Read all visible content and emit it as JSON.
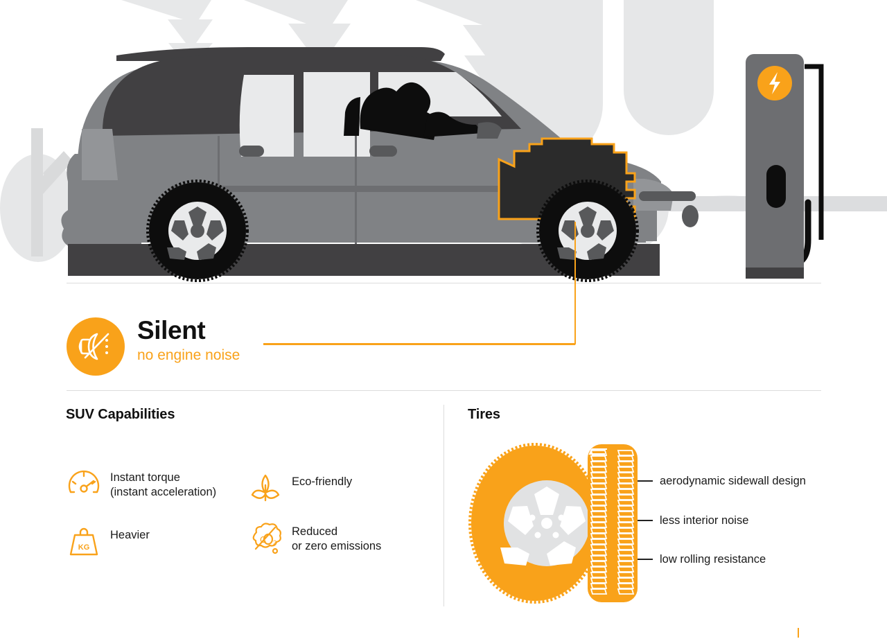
{
  "accent_color": "#F9A21A",
  "scene": {
    "name": "electric-suv-charging-scene",
    "vehicle": "electric SUV, side view, grey",
    "background": "stylized grey trees and bushes",
    "charger": {
      "name": "ev-charging-station",
      "badge_icon": "lightning-bolt-icon",
      "cable": "charging-cable"
    },
    "highlight": {
      "name": "battery-pack-highlight",
      "description": "outlined dark battery / motor block under the hood"
    },
    "leader_line": "orange leader line from highlighted battery to Silent callout"
  },
  "callout": {
    "icon": "muted-speaker-icon",
    "title": "Silent",
    "subtitle": "no engine noise"
  },
  "suv_panel": {
    "title": "SUV Capabilities",
    "features": [
      {
        "icon": "speedometer-icon",
        "label": "Instant torque\n(instant acceleration)"
      },
      {
        "icon": "leaf-plant-icon",
        "label": "Eco-friendly"
      },
      {
        "icon": "weight-kg-icon",
        "label": "Heavier"
      },
      {
        "icon": "co2-crossed-icon",
        "label": "Reduced\nor zero emissions"
      }
    ]
  },
  "tires_panel": {
    "title": "Tires",
    "diagram": {
      "name": "tire-and-wheel-diagram",
      "sidewall_icon": "tire-sidewall-with-alloy-wheel",
      "tread_icon": "tire-tread-pattern"
    },
    "callouts": [
      "aerodynamic sidewall design",
      "less interior noise",
      "low rolling resistance"
    ]
  }
}
